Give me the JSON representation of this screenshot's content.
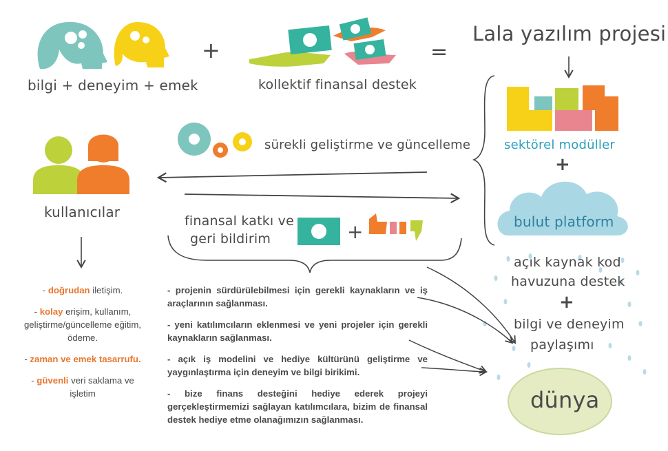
{
  "top": {
    "left_caption": "bilgi + deneyim + emek",
    "plus1": "+",
    "middle_caption": "kollektif finansal destek",
    "equals": "=",
    "project_title": "Lala yazılım projesi"
  },
  "right": {
    "modules_label": "sektörel modüller",
    "plus2": "+",
    "cloud_label": "bulut platform",
    "rain_line1": "açık kaynak kod",
    "rain_line2": "havuzuna destek",
    "plus3": "+",
    "rain_line3": "bilgi ve deneyim",
    "rain_line4": "paylaşımı",
    "world_label": "dünya"
  },
  "users": {
    "label": "kullanıcılar",
    "b1_accent": "doğrudan",
    "b1_rest": " iletişim.",
    "b2_accent": "kolay",
    "b2_rest": " erişim, kullanım, geliştirme/güncelleme eğitim, ödeme.",
    "b3_accent": "zaman ve emek tasarrufu.",
    "b4_accent": "güvenli",
    "b4_rest": " veri saklama ve işletim"
  },
  "flows": {
    "dev_label": "sürekli geliştirme ve güncelleme",
    "feedback_line1": "finansal katkı ve",
    "feedback_line2": "geri bildirim",
    "plus4": "+"
  },
  "points": [
    "- projenin sürdürülebilmesi için gerekli kaynakların ve iş araçlarının sağlanması.",
    "- yeni katılımcıların eklenmesi ve yeni projeler için gerekli kaynakların sağlanması.",
    "- açık iş modelini ve hediye kültürünü geliştirme ve yaygınlaştırma için deneyim ve bilgi birikimi.",
    "- bize finans desteğini hediye ederek projeyi gerçekleştirmemizi sağlayan katılımcılara, bizim de finansal destek hediye etme olanağımızın sağlanması."
  ],
  "colors": {
    "teal": "#7ec5bd",
    "yellow": "#f7d117",
    "orange": "#ef7d2c",
    "lime": "#bcd13a",
    "pink": "#e9858f",
    "cloud": "#a9d8e4",
    "money": "#36b39f",
    "world_fill": "#e5ecc4"
  }
}
